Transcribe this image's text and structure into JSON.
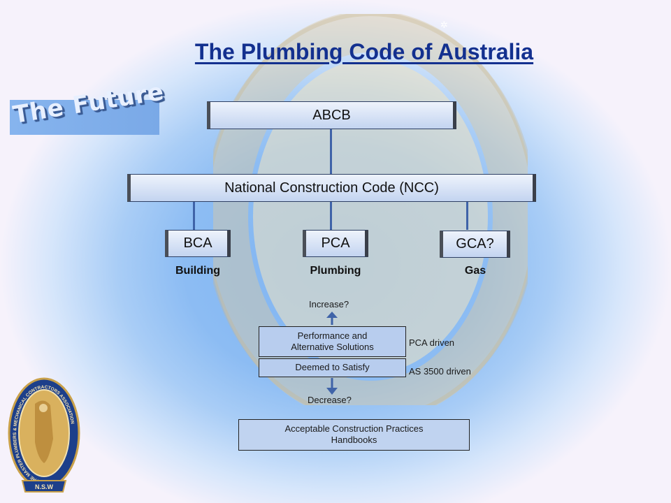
{
  "title": "The Plumbing Code of Australia",
  "banner": "The Future",
  "boxes": {
    "abcb": "ABCB",
    "ncc": "National Construction Code (NCC)",
    "bca": "BCA",
    "pca": "PCA",
    "gca": "GCA?"
  },
  "sublabels": {
    "bca": "Building",
    "pca": "Plumbing",
    "gca": "Gas"
  },
  "compliance": {
    "increase": "Increase?",
    "performance": [
      "Performance and",
      "Alternative Solutions"
    ],
    "dts": "Deemed to Satisfy",
    "decrease": "Decrease?",
    "pca_driven": "PCA driven",
    "as_driven": "AS 3500 driven"
  },
  "handbooks": [
    "Acceptable Construction Practices",
    "Handbooks"
  ],
  "logo": {
    "ring": "THE MASTER PLUMBERS & MECHANICAL CONTRACTORS ASSOCIATION",
    "state": "N.S.W"
  },
  "colors": {
    "title": "#13308f",
    "connector": "#3f63a8",
    "box_fill": "#c3d4f0",
    "logo_gold": "#c9a14a",
    "logo_navy": "#1d3f8a"
  }
}
